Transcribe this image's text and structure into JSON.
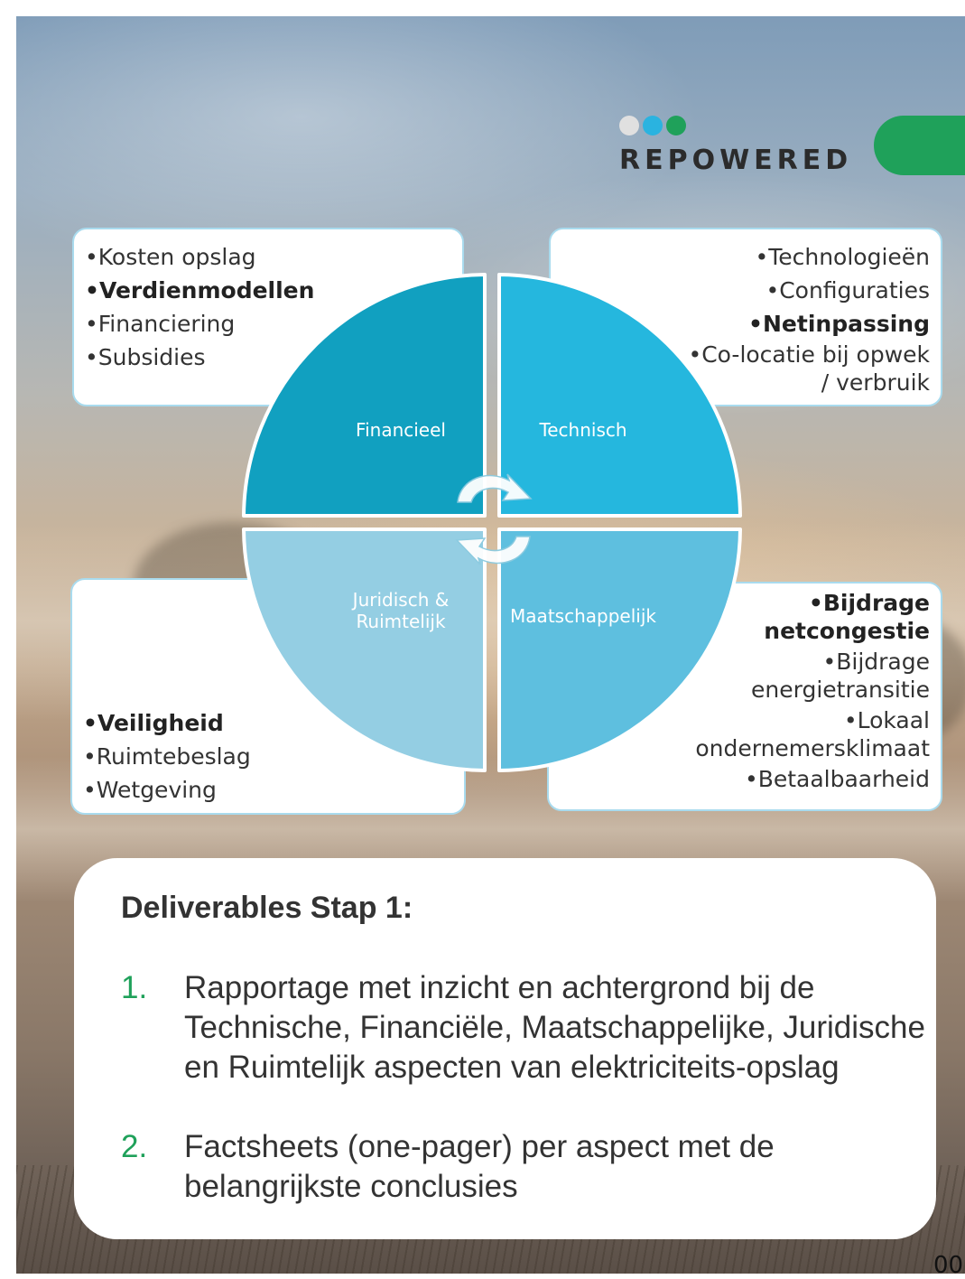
{
  "brand": {
    "name": "REPOWERED",
    "dot_colors": [
      "#e0e0e0",
      "#2ab3e0",
      "#1fa15a"
    ],
    "accent_green": "#1fa15a"
  },
  "boxes": {
    "financieel": {
      "items": [
        {
          "text": "Kosten opslag",
          "bold": false
        },
        {
          "text": "Verdienmodellen",
          "bold": true
        },
        {
          "text": "Financiering",
          "bold": false
        },
        {
          "text": "Subsidies",
          "bold": false
        }
      ]
    },
    "technisch": {
      "items": [
        {
          "text": "Technologieën",
          "bold": false
        },
        {
          "text": "Configuraties",
          "bold": false
        },
        {
          "text": "Netinpassing",
          "bold": true
        },
        {
          "text": "Co-locatie bij opwek / verbruik",
          "bold": false
        }
      ]
    },
    "juridisch": {
      "items": [
        {
          "text": "Veiligheid",
          "bold": true
        },
        {
          "text": "Ruimtebeslag",
          "bold": false
        },
        {
          "text": "Wetgeving",
          "bold": false
        }
      ]
    },
    "maatschappelijk": {
      "items": [
        {
          "text": "Bijdrage netcongestie",
          "bold": true
        },
        {
          "text": "Bijdrage energietransitie",
          "bold": false
        },
        {
          "text": "Lokaal ondernemersklimaat",
          "bold": false
        },
        {
          "text": "Betaalbaarheid",
          "bold": false
        }
      ]
    }
  },
  "wheel": {
    "quadrants": [
      {
        "label": "Financieel",
        "color": "#11a0c0"
      },
      {
        "label": "Technisch",
        "color": "#25b7de"
      },
      {
        "label": "Juridisch & Ruimtelijk",
        "label_lines": [
          "Juridisch &",
          "Ruimtelijk"
        ],
        "color": "#94cee3"
      },
      {
        "label": "Maatschappelijk",
        "color": "#5ebfdf"
      }
    ]
  },
  "deliverables": {
    "title": "Deliverables Stap 1:",
    "items": [
      {
        "number": "1.",
        "text": "Rapportage met inzicht en achtergrond bij de Technische, Financiële, Maatschappelijke, Juridische en Ruimtelijk aspecten van elektriciteits-opslag"
      },
      {
        "number": "2.",
        "text": "Factsheets (one-pager) per aspect met de belangrijkste conclusies"
      }
    ]
  },
  "page_number": "00"
}
